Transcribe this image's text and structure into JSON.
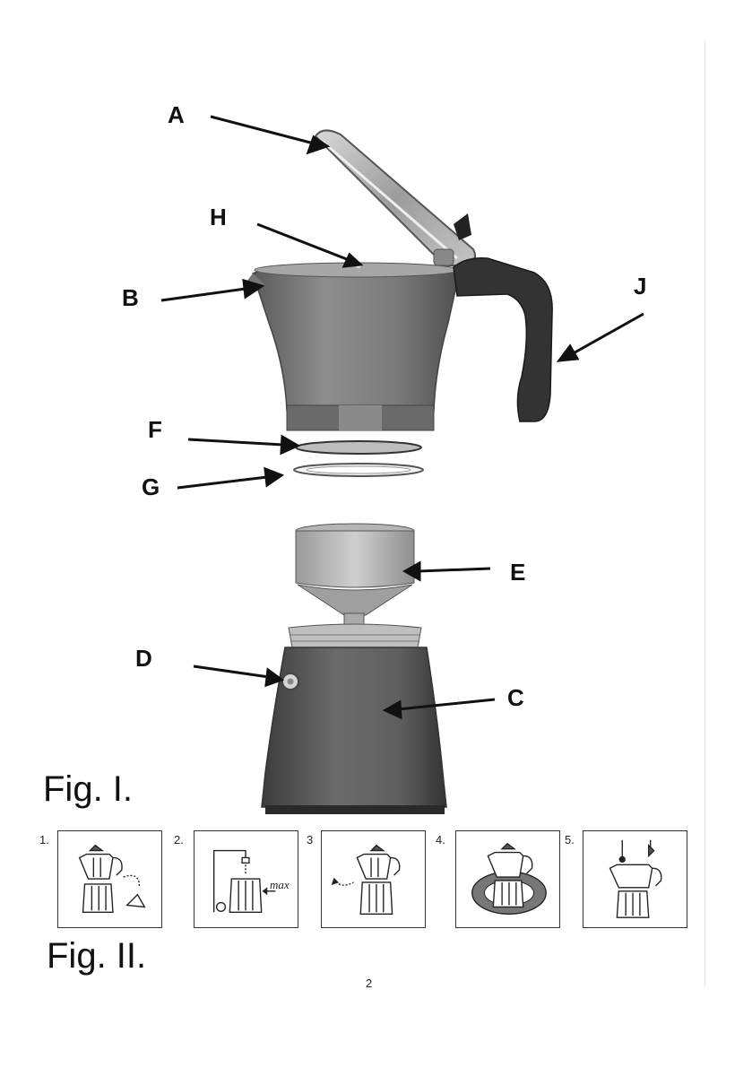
{
  "callouts": {
    "a": "A",
    "b": "B",
    "c": "C",
    "d": "D",
    "e": "E",
    "f": "F",
    "g": "G",
    "h": "H",
    "j": "J"
  },
  "fig1_title": "Fig. I.",
  "fig2_title": "Fig. II.",
  "steps": [
    {
      "number": "1."
    },
    {
      "number": "2.",
      "annotation": "max"
    },
    {
      "number": "3"
    },
    {
      "number": "4."
    },
    {
      "number": "5."
    }
  ],
  "page_number": "2"
}
